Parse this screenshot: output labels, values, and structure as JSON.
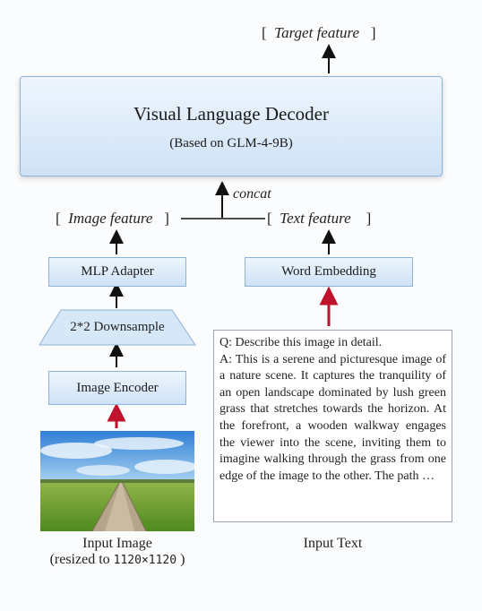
{
  "target_feature": {
    "open": "[",
    "label": "Target feature",
    "close": "]"
  },
  "decoder": {
    "title": "Visual Language Decoder",
    "subtitle": "(Based on GLM-4-9B)"
  },
  "concat_label": "concat",
  "image_feature": {
    "open": "[",
    "label": "Image feature",
    "close": "]"
  },
  "text_feature": {
    "open": "[",
    "label": "Text feature",
    "close": "]"
  },
  "mlp_adapter": "MLP Adapter",
  "downsample": "2*2 Downsample",
  "image_encoder": "Image Encoder",
  "word_embedding": "Word Embedding",
  "input_text": {
    "question": "Q: Describe this image in detail.",
    "answer": "A: This is a serene and picturesque image of a nature scene. It captures the tranquility of an open landscape dominated by lush green grass that stretches towards the horizon. At the forefront, a wooden walkway engages the viewer into the scene, inviting them to imagine walking through the grass from one edge of the image to the other. The path …"
  },
  "input_image_caption": {
    "line1": "Input Image",
    "line2_prefix": "(resized to ",
    "resolution": "1120×1120",
    "line2_suffix": " )"
  },
  "input_text_caption": "Input Text",
  "colors": {
    "box_border": "#8fb3d8",
    "box_fill_top": "#eef5fd",
    "box_fill_bottom": "#cfe2f6",
    "arrow": "#111111",
    "input_arrow": "#c0122b"
  }
}
